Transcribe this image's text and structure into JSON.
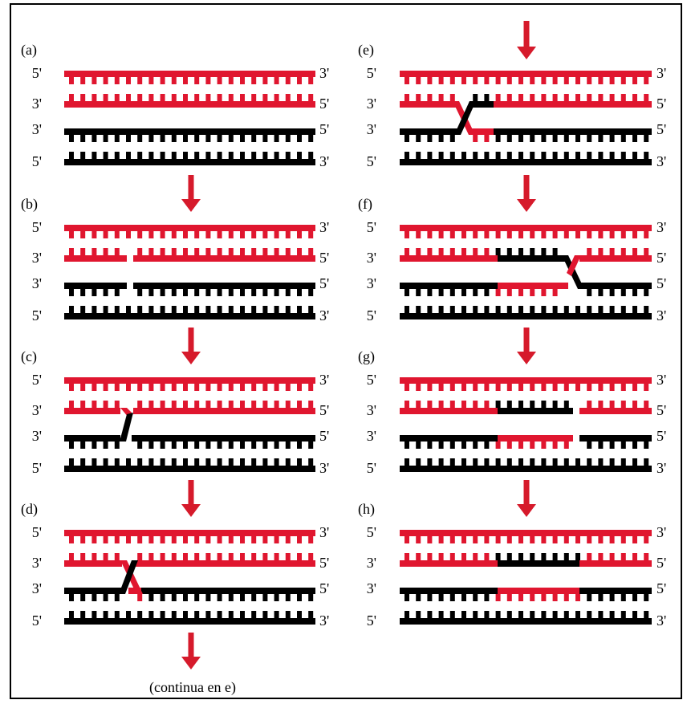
{
  "colors": {
    "red": "#e0162f",
    "black": "#000000",
    "arrow": "#d61a2b"
  },
  "end_labels": {
    "five": "5'",
    "three": "3'"
  },
  "caption": "(continua en e)",
  "panels": [
    {
      "id": "a",
      "label": "(a)"
    },
    {
      "id": "b",
      "label": "(b)"
    },
    {
      "id": "c",
      "label": "(c)"
    },
    {
      "id": "d",
      "label": "(d)"
    },
    {
      "id": "e",
      "label": "(e)"
    },
    {
      "id": "f",
      "label": "(f)"
    },
    {
      "id": "g",
      "label": "(g)"
    },
    {
      "id": "h",
      "label": "(h)"
    }
  ]
}
